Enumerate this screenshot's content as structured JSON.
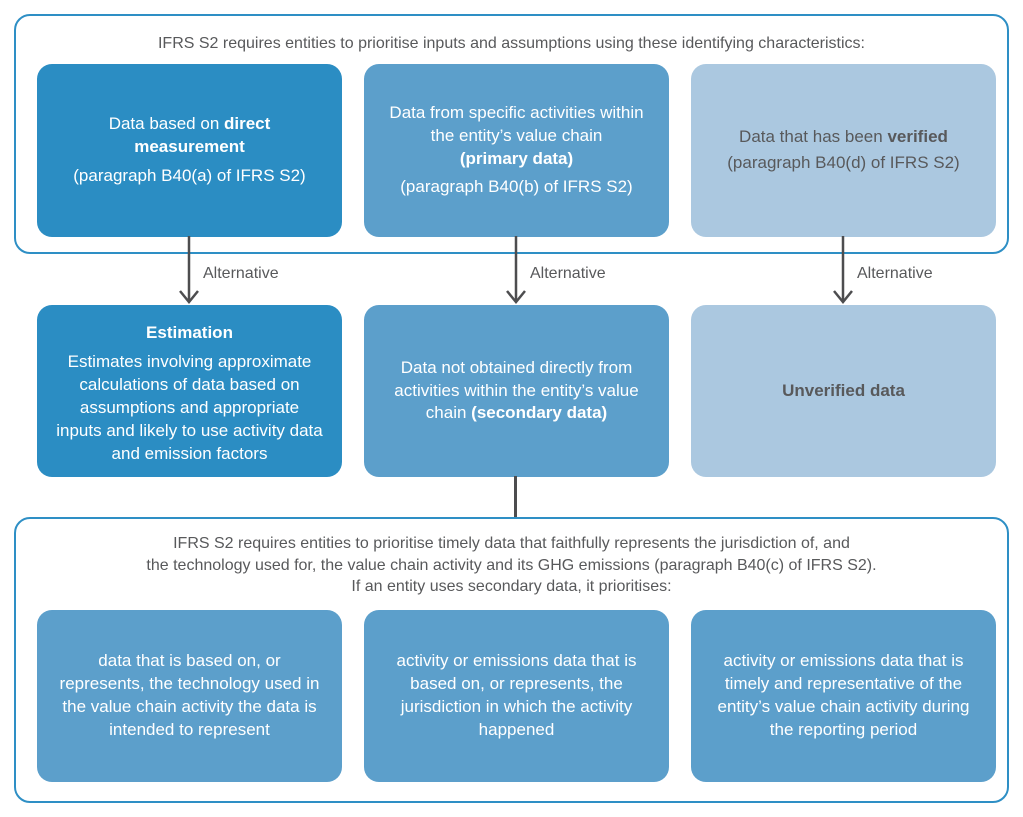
{
  "palette": {
    "dark_blue": "#2b8dc3",
    "medium_blue": "#5c9fcb",
    "light_blue": "#abc8e0",
    "outline_blue": "#2e8fc5",
    "text_dark_gray": "#58595b",
    "arrow_gray": "#4d4d4f",
    "text_white": "#ffffff"
  },
  "top_section": {
    "header": "IFRS S2 requires entities to prioritise inputs and assumptions using these identifying characteristics:",
    "boxes": [
      {
        "pre": "Data based on ",
        "bold": "direct measurement",
        "paragraph": "(paragraph B40(a) of IFRS S2)"
      },
      {
        "pre": "Data from specific activities within the entity’s value chain ",
        "bold": "(primary data)",
        "paragraph": "(paragraph B40(b) of IFRS S2)"
      },
      {
        "pre": "Data that has been ",
        "bold": "verified",
        "paragraph": "(paragraph B40(d) of IFRS S2)"
      }
    ]
  },
  "arrows": {
    "labels": [
      "Alternative",
      "Alternative",
      "Alternative"
    ]
  },
  "alternatives_row": {
    "estimation": {
      "title": "Estimation",
      "body": "Estimates involving approximate calculations of data based on assumptions and appropriate inputs and likely to use activity data and emission factors"
    },
    "secondary": {
      "pre": "Data not obtained directly from activities within the entity’s value chain ",
      "bold": "(secondary data)"
    },
    "unverified": {
      "bold": "Unverified data"
    }
  },
  "bottom_section": {
    "header_lines": [
      "IFRS S2 requires entities to prioritise timely data that faithfully represents the jurisdiction of, and",
      "the technology used for, the value chain activity and its GHG emissions (paragraph B40(c) of IFRS S2).",
      "If an entity uses secondary data, it prioritises:"
    ],
    "boxes": [
      {
        "text": "data that is based on, or represents, the technology used in the value chain activity the data is intended to represent"
      },
      {
        "text": "activity or emissions data that is based on, or represents, the jurisdiction in which the activity happened"
      },
      {
        "text": "activity or emissions data that is timely and representative of the entity’s value chain activity during the reporting period"
      }
    ]
  }
}
